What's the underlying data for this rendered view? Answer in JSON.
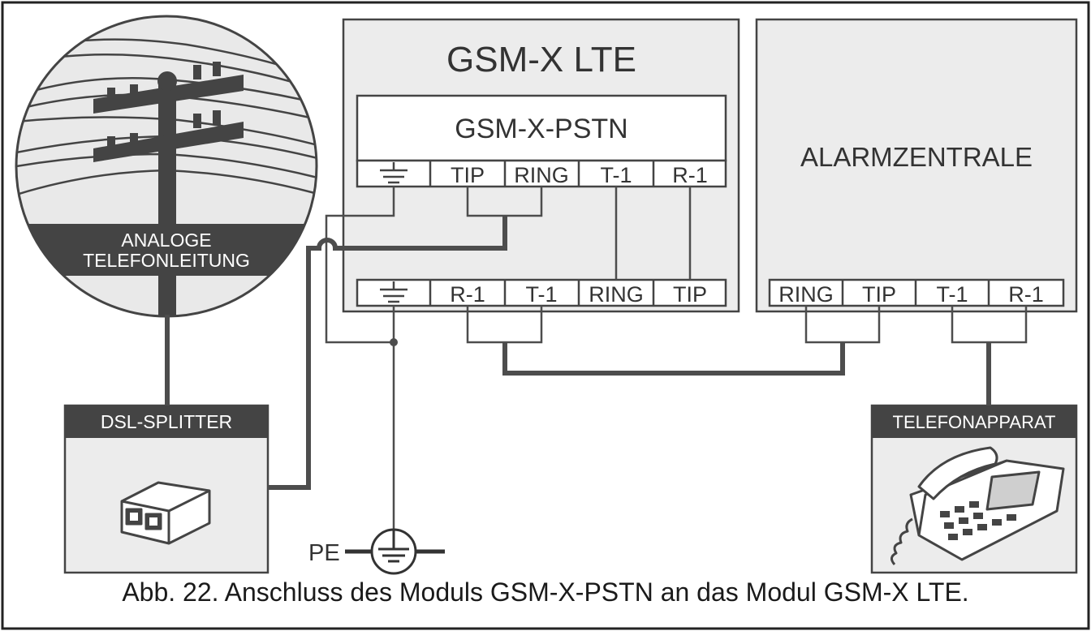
{
  "module": {
    "title": "GSM-X LTE",
    "sub_title": "GSM-X-PSTN",
    "top_terminals": [
      "TIP",
      "RING",
      "T-1",
      "R-1"
    ],
    "bottom_terminals": [
      "R-1",
      "T-1",
      "RING",
      "TIP"
    ]
  },
  "panel": {
    "title": "ALARMZENTRALE",
    "terminals": [
      "RING",
      "TIP",
      "T-1",
      "R-1"
    ]
  },
  "phone_line": {
    "label_line1": "ANALOGE",
    "label_line2": "TELEFONLEITUNG"
  },
  "splitter": {
    "label": "DSL-SPLITTER"
  },
  "telephone": {
    "label": "TELEFONAPPARAT"
  },
  "earth": {
    "label": "PE"
  },
  "caption": "Abb. 22. Anschluss des Moduls GSM-X-PSTN an das Modul GSM-X LTE.",
  "colors": {
    "box_fill": "#ececec",
    "line": "#4d4d4d",
    "label_bar": "#444444",
    "label_text": "#ffffff",
    "terminal_fill": "#ffffff"
  }
}
